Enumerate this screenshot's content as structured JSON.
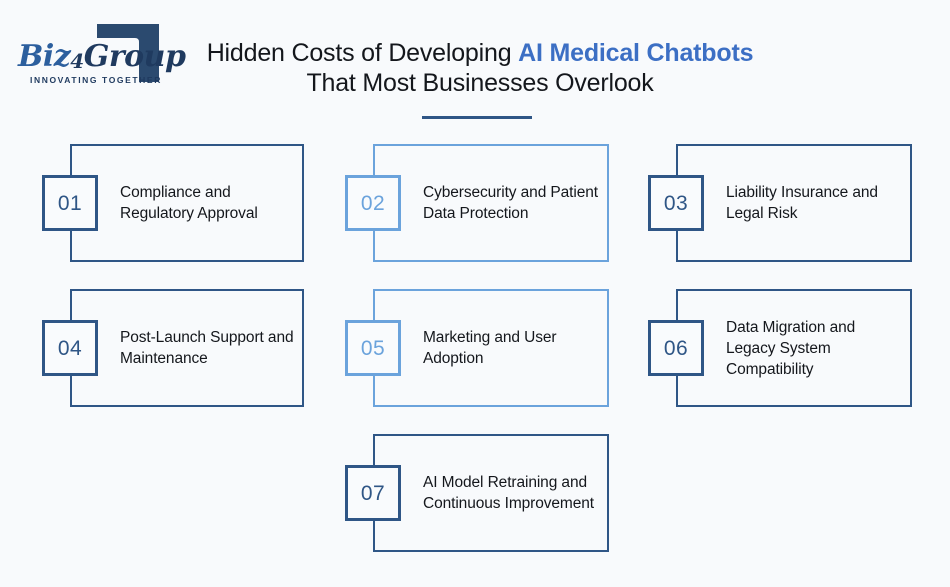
{
  "brand": {
    "wordmark_part1": "Biz",
    "wordmark_num": "4",
    "wordmark_part2": "Group",
    "tagline": "INNOVATING TOGETHER",
    "mark_icon": "bracket-square-logo-mark",
    "accent_color": "#2c5f9e",
    "dark_color": "#1f3a5f"
  },
  "header": {
    "title_line1_plain": "Hidden Costs of Developing ",
    "title_line1_accent": "AI Medical Chatbots",
    "title_line2": "That Most Businesses Overlook",
    "accent_color": "#3c6fc4",
    "rule_color": "#2f5686"
  },
  "colors": {
    "background": "#f8fafc",
    "dark_blue": "#2f5686",
    "light_blue": "#6ba3dc",
    "text": "#14171c"
  },
  "cards": [
    {
      "number": "01",
      "label": "Compliance and Regulatory Approval",
      "style": "dark"
    },
    {
      "number": "02",
      "label": "Cybersecurity and Patient Data Protection",
      "style": "light"
    },
    {
      "number": "03",
      "label": "Liability Insurance and Legal Risk",
      "style": "dark"
    },
    {
      "number": "04",
      "label": "Post-Launch Support and Maintenance",
      "style": "dark"
    },
    {
      "number": "05",
      "label": "Marketing and User Adoption",
      "style": "light"
    },
    {
      "number": "06",
      "label": "Data Migration and Legacy System Compatibility",
      "style": "dark"
    },
    {
      "number": "07",
      "label": "AI Model Retraining and Continuous Improvement",
      "style": "dark"
    }
  ]
}
